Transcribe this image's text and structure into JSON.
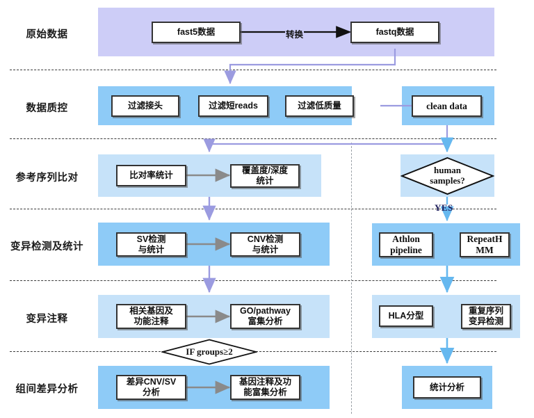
{
  "diagram": {
    "title": "Nanopore sequencing analysis pipeline flowchart",
    "colors": {
      "band_raw": "#cdcdf7",
      "band_strong": "#8ecbf7",
      "band_light": "#c6e2f9",
      "arrow_purple": "#9b9be0",
      "arrow_blue": "#66b8ef",
      "arrow_gray": "#8a8a8a",
      "arrow_black": "#111111",
      "divider": "#3a3a3a",
      "vdivider": "#9aa0a6",
      "node_border": "#333333",
      "yes_text": "#1c1c5a"
    }
  },
  "row_labels": [
    {
      "id": "raw-data",
      "label": "原始数据"
    },
    {
      "id": "qc",
      "label": "数据质控"
    },
    {
      "id": "alignment",
      "label": "参考序列比对"
    },
    {
      "id": "variant-detection",
      "label": "变异检测及统计"
    },
    {
      "id": "variant-annotation",
      "label": "变异注释"
    },
    {
      "id": "group-diff",
      "label": "组间差异分析"
    }
  ],
  "nodes": {
    "fast5": "fast5数据",
    "fastq": "fastq数据",
    "filter_adapter": "过滤接头",
    "filter_short": "过滤短reads",
    "filter_lowq": "过滤低质量",
    "clean_data": "clean data",
    "align_rate": "比对率统计",
    "coverage_depth": "覆盖度/深度\n统计",
    "sv_detect": "SV检测\n与统计",
    "cnv_detect": "CNV检测\n与统计",
    "gene_annot": "相关基因及\n功能注释",
    "go_pathway": "GO/pathway\n富集分析",
    "diff_cnvsv": "差异CNV/SV\n分析",
    "gene_func_enrich": "基因注释及功\n能富集分析",
    "athlon": "Athlon\npipeline",
    "repeathmm": "RepeatH\nMM",
    "hla": "HLA分型",
    "repeat_variant": "重复序列\n变异检测",
    "stat_analysis": "统计分析"
  },
  "decisions": {
    "human_samples": "human\nsamples?",
    "if_groups": "IF groups≥2"
  },
  "edge_labels": {
    "convert": "转换",
    "yes": "YES"
  }
}
